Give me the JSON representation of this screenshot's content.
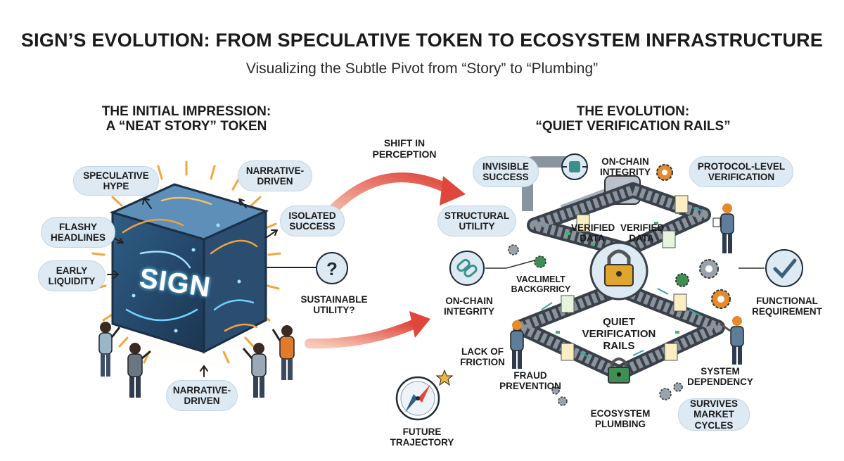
{
  "header": {
    "title": "SIGN’s EVOLUTION: FROM SPECULATIVE TOKEN TO ECOSYSTEM INFRASTRUCTURE",
    "subtitle": "Visualizing the Subtle Pivot from “Story” to “Plumbing”"
  },
  "left_panel": {
    "heading_line1": "THE INITIAL IMPRESSION:",
    "heading_line2": "A “NEAT STORY” TOKEN",
    "cube_label": "SIGN",
    "labels": {
      "speculative_hype": "SPECULATIVE HYPE",
      "narrative_top": "NARRATIVE-DRIVEN",
      "flashy_headlines": "FLASHY HEADLINES",
      "isolated_success": "ISOLATED SUCCESS",
      "early_liquidity": "EARLY LIQUIDITY",
      "sustainable_utility": "SUSTAINABLE UTILITY?",
      "narrative_bottom": "NARRATIVE-DRIVEN"
    }
  },
  "middle": {
    "shift_label": "SHIFT IN PERCEPTION",
    "future_label": "FUTURE TRAJECTORY"
  },
  "right_panel": {
    "heading_line1": "THE EVOLUTION:",
    "heading_line2": "“QUIET VERIFICATION RAILS”",
    "labels": {
      "invisible_success": "INVISIBLE SUCCESS",
      "onchain_top": "ON-CHAIN INTEGRITY",
      "protocol_verification": "PROTOCOL-LEVEL VERIFICATION",
      "structural_utility": "STRUCTURAL UTILITY",
      "verified_data_1": "VERIFIED DATA",
      "verified_data_2": "VERIFIED DATA",
      "vaclimet": "VACLIMELT BACKGRRICY",
      "onchain_left": "ON-CHAIN INTEGRITY",
      "functional_requirement": "FUNCTIONAL REQUIREMENT",
      "quiet_rails": "QUIET VERIFICATION RAILS",
      "lack_of_friction": "LACK OF FRICTION",
      "fraud_prevention": "FRAUD PREVENTION",
      "system_dependency": "SYSTEM DEPENDENCY",
      "ecosystem_plumbing": "ECOSYSTEM PLUMBING",
      "survives_market": "SURVIVES MARKET CYCLES"
    }
  },
  "colors": {
    "cloud": "#dde9f3",
    "arrow_red": "#e0463b",
    "cube_glow": "#f6a23a",
    "gear_orange": "#e58a2d",
    "lock_gold": "#e0a52a",
    "lock_green": "#3f8f55",
    "icon_teal": "#3d8f8c"
  }
}
